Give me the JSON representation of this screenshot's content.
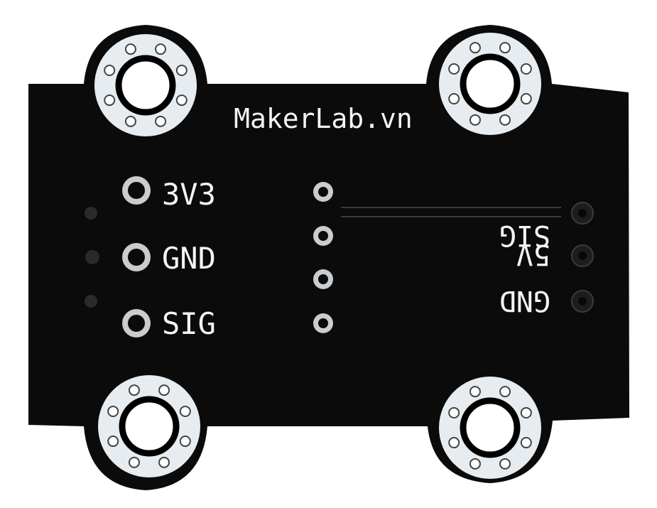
{
  "board": {
    "brand": "MakerLab.vn",
    "colors": {
      "pcb": "#0b0b0c",
      "silkscreen": "#f4f4f4",
      "pad_ring": "#e6ecef",
      "hole": "#ffffff",
      "plated": "#c9cdd0"
    },
    "left_pins": [
      {
        "label": "3V3"
      },
      {
        "label": "GND"
      },
      {
        "label": "SIG"
      }
    ],
    "right_pins_mirrored": [
      {
        "label": "SIG"
      },
      {
        "label": "5V"
      },
      {
        "label": "GND"
      }
    ],
    "mounting_holes": [
      "top-left",
      "top-right",
      "bottom-left",
      "bottom-right"
    ]
  }
}
